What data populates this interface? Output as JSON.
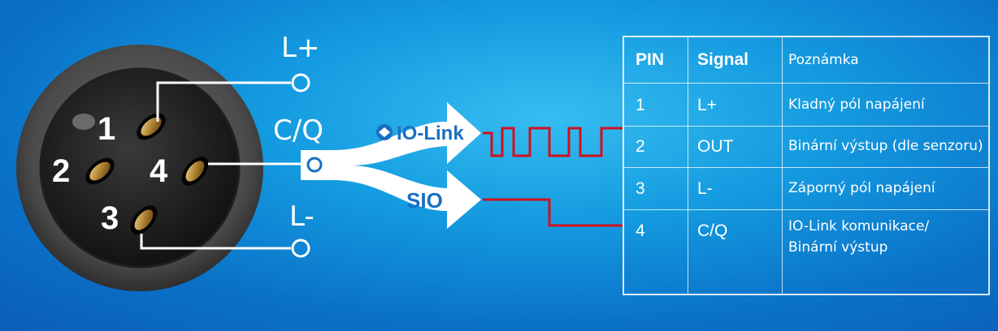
{
  "connector": {
    "pins": [
      {
        "number": "1"
      },
      {
        "number": "2"
      },
      {
        "number": "3"
      },
      {
        "number": "4"
      }
    ]
  },
  "wiring": {
    "l_plus": "L+",
    "cq": "C/Q",
    "l_minus": "L-"
  },
  "arrows": {
    "iolink": "IO-Link",
    "sio": "SIO"
  },
  "colors": {
    "signal_line": "#d0101e",
    "arrow_fill": "#ffffff",
    "arrow_text": "#1a6fc0"
  },
  "table": {
    "headers": [
      "PIN",
      "Signal",
      "Poznámka"
    ],
    "rows": [
      {
        "pin": "1",
        "signal": "L+",
        "note": [
          "Kladný pól napájení"
        ]
      },
      {
        "pin": "2",
        "signal": "OUT",
        "note": [
          "Binární výstup (dle senzoru)"
        ]
      },
      {
        "pin": "3",
        "signal": "L-",
        "note": [
          "Záporný pól napájení"
        ]
      },
      {
        "pin": "4",
        "signal": "C/Q",
        "note": [
          "IO-Link komunikace/",
          "Binární výstup"
        ]
      }
    ]
  }
}
